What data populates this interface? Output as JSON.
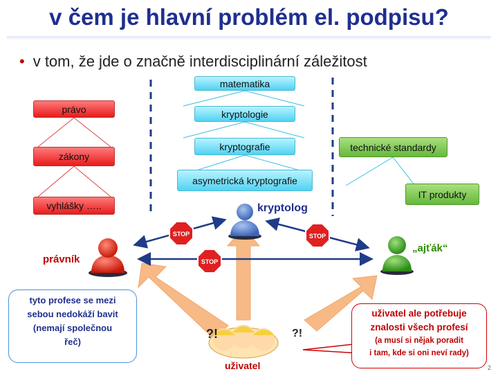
{
  "title": "v čem je hlavní problém el. podpisu?",
  "bullet": "v tom, že jde o značně interdisciplinární záležitost",
  "law": {
    "items": [
      "právo",
      "zákony",
      "vyhlášky ….."
    ]
  },
  "crypto": {
    "items": [
      "matematika",
      "kryptologie",
      "kryptografie",
      "asymetrická kryptografie"
    ]
  },
  "tech": {
    "items": [
      "technické standardy",
      "IT produkty"
    ]
  },
  "people": {
    "lawyer": "právník",
    "cryptologist": "kryptolog",
    "it_person": "„ajťák“",
    "user": "uživatel"
  },
  "stop_sign": "STOP",
  "callouts": {
    "left": [
      "tyto profese se mezi",
      "sebou nedokáží bavit",
      "(nemají společnou",
      "řeč)"
    ],
    "right_main": [
      "uživatel ale potřebuje",
      "znalosti všech profesí"
    ],
    "right_sub": [
      "(a musí si nějak poradit",
      "i tam, kde si oni neví rady)"
    ]
  },
  "page_number": "2",
  "colors": {
    "title": "#1f2f8f",
    "lawyer": "#c00000",
    "cryptologist": "#1f2f8f",
    "it_person": "#2e8b00",
    "user": "#c00000",
    "arrow_dark": "#1f3c88",
    "arrow_orange": "#f7b27a"
  }
}
